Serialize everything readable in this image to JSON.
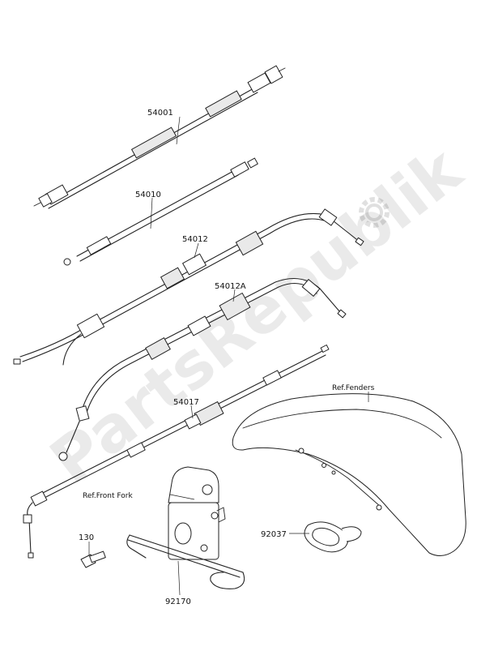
{
  "parts": {
    "p54001": "54001",
    "p54010": "54010",
    "p54012": "54012",
    "p54012a": "54012A",
    "p54017": "54017",
    "p92037": "92037",
    "p130": "130",
    "p92170": "92170"
  },
  "refs": {
    "fenders": "Ref.Fenders",
    "front_fork": "Ref.Front Fork"
  },
  "watermark": {
    "text": "PartsRepublik",
    "icon": "gear-icon"
  }
}
